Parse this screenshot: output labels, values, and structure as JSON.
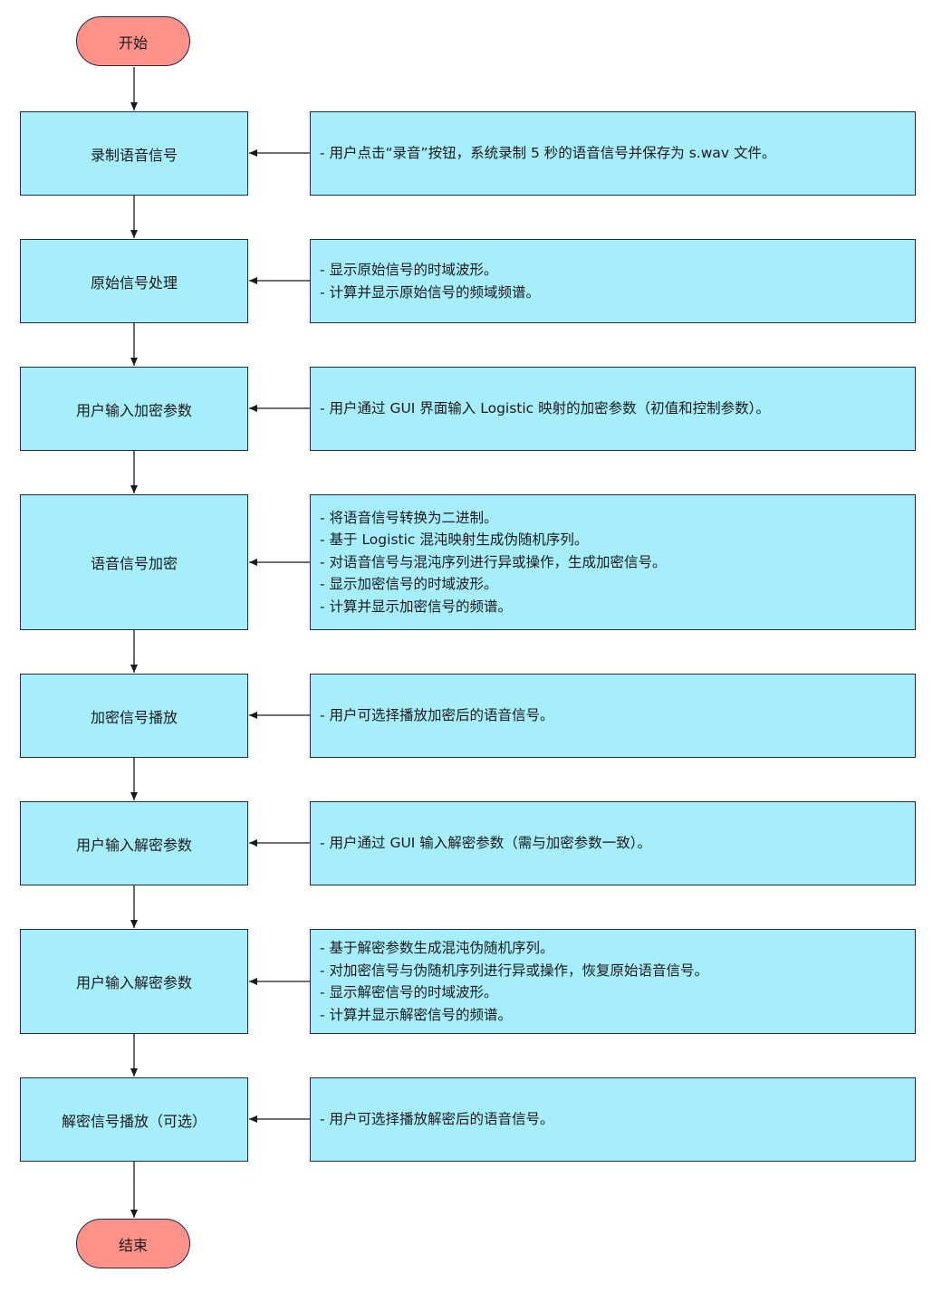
{
  "start": "开始",
  "end": "结束",
  "steps": [
    {
      "label": "录制语音信号",
      "details": [
        "- 用户点击“录音”按钮，系统录制 5 秒的语音信号并保存为 s.wav 文件。"
      ]
    },
    {
      "label": "原始信号处理",
      "details": [
        "- 显示原始信号的时域波形。",
        "- 计算并显示原始信号的频域频谱。"
      ]
    },
    {
      "label": "用户输入加密参数",
      "details": [
        "- 用户通过 GUI 界面输入 Logistic 映射的加密参数（初值和控制参数）。"
      ]
    },
    {
      "label": "语音信号加密",
      "details": [
        "- 将语音信号转换为二进制。",
        "- 基于 Logistic 混沌映射生成伪随机序列。",
        "- 对语音信号与混沌序列进行异或操作，生成加密信号。",
        "- 显示加密信号的时域波形。",
        "- 计算并显示加密信号的频谱。"
      ]
    },
    {
      "label": "加密信号播放",
      "details": [
        "- 用户可选择播放加密后的语音信号。"
      ]
    },
    {
      "label": "用户输入解密参数",
      "details": [
        "- 用户通过 GUI 输入解密参数（需与加密参数一致）。"
      ]
    },
    {
      "label": "用户输入解密参数",
      "details": [
        "- 基于解密参数生成混沌伪随机序列。",
        "- 对加密信号与伪随机序列进行异或操作，恢复原始语音信号。",
        "- 显示解密信号的时域波形。",
        "- 计算并显示解密信号的频谱。"
      ]
    },
    {
      "label": "解密信号播放（可选）",
      "details": [
        "- 用户可选择播放解密后的语音信号。"
      ]
    }
  ]
}
